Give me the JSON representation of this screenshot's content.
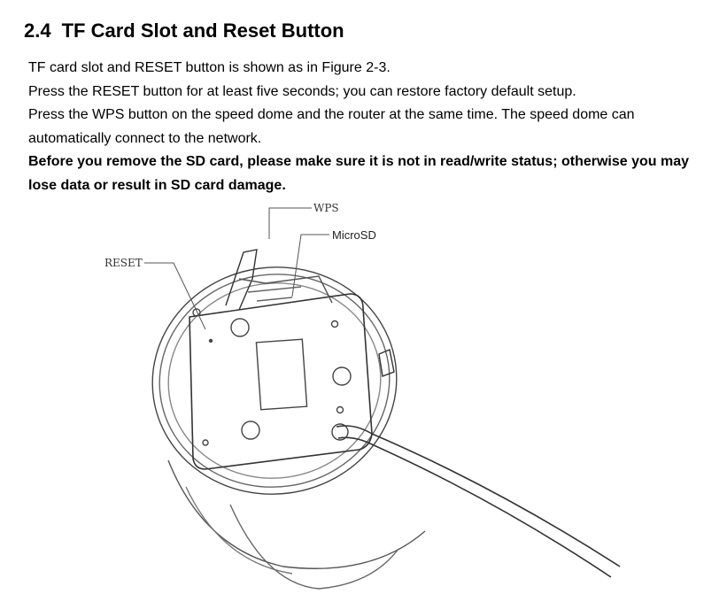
{
  "section": {
    "number": "2.4",
    "title": "TF Card Slot and Reset Button"
  },
  "paragraphs": [
    "TF card slot and RESET button is shown as in Figure 2-3.",
    "Press the RESET button for at least five seconds; you can restore factory default setup.",
    "Press the WPS button on the speed dome and the router at the same time. The speed dome can automatically connect to the network."
  ],
  "warning": "Before you remove the SD card, please make sure it is not in read/write status; otherwise you may lose data or result in SD card damage.",
  "figure": {
    "labels": {
      "wps": "WPS",
      "microsd": "MicroSD",
      "reset": "RESET"
    }
  }
}
